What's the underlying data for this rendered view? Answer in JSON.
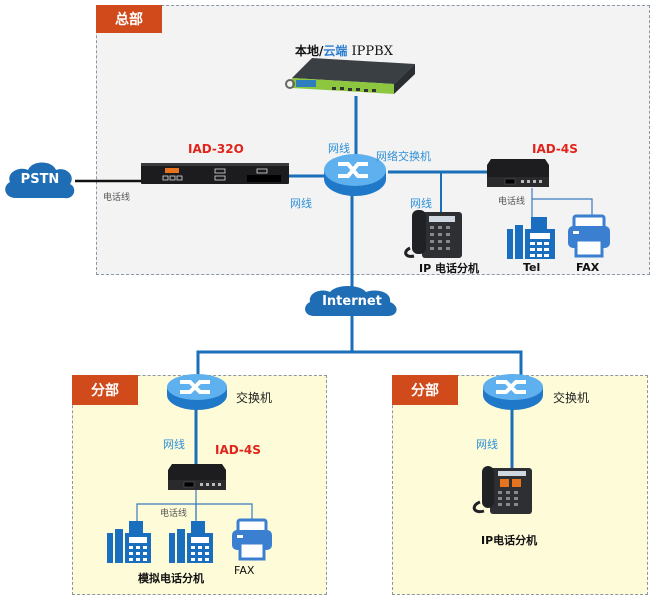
{
  "headquarters": {
    "tag": "总部",
    "ippbx": {
      "label_prefix": "本地/",
      "label_cloud": "云端",
      "label_suffix": " IPPBX"
    },
    "pstn": {
      "label": "PSTN"
    },
    "phone_line_label": "电话线",
    "iad32": {
      "label": "IAD-32O"
    },
    "switch": {
      "label": "网络交换机"
    },
    "net_labels": {
      "to_pbx": "网线",
      "to_iad32": "网线",
      "to_ipphone": "网线"
    },
    "iad4": {
      "label": "IAD-4S",
      "phone_line_label": "电话线"
    },
    "ip_phone": {
      "label": "IP 电话分机"
    },
    "tel": {
      "label": "Tel"
    },
    "fax": {
      "label": "FAX"
    }
  },
  "internet": {
    "label": "Internet"
  },
  "branch_left": {
    "tag": "分部",
    "switch": {
      "label": "交换机"
    },
    "net_label": "网线",
    "iad4": {
      "label": "IAD-4S"
    },
    "phone_line_label": "电话线",
    "analog_phones": {
      "label": "模拟电话分机"
    },
    "fax": {
      "label": "FAX"
    }
  },
  "branch_right": {
    "tag": "分部",
    "switch": {
      "label": "交换机"
    },
    "net_label": "网线",
    "ip_phone": {
      "label": "IP电话分机"
    }
  },
  "colors": {
    "tag_bg": "#d04a1c",
    "net_wire": "#1a6fb8",
    "net_label": "#2d8fd8",
    "device_label_red": "#e0241b",
    "cloud": "#1f6db5",
    "icon_blue": "#1a6ec0",
    "hq_bg": "#f3f3f3",
    "branch_bg": "#fdfbd8"
  }
}
